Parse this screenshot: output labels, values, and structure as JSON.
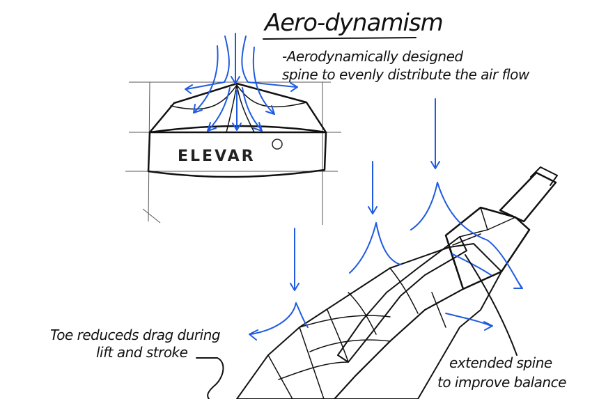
{
  "title": "Aero-dynamism",
  "notes": {
    "spine_line1": "-Aerodynamically designed",
    "spine_line2": "spine to evenly distribute the air flow",
    "toe_line1": "Toe reduceds drag during",
    "toe_line2": "lift and stroke",
    "extended_line1": "extended spine",
    "extended_line2": "to improve balance"
  },
  "logo_text": "ELEVAR",
  "colors": {
    "airflow": "#1f5be0",
    "blade_face": "#1447d9",
    "spine": "#f3ef7a",
    "top_view_body": "#bdbdbd",
    "ink": "#111111"
  }
}
